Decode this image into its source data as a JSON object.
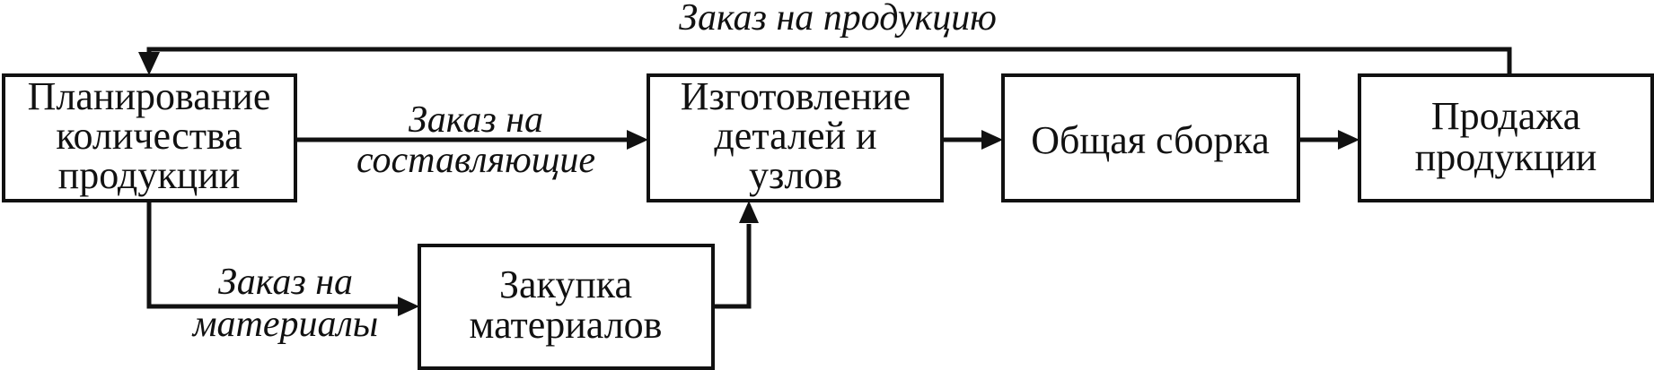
{
  "diagram": {
    "title": "Заказ на продукцию",
    "nodes": {
      "planning": {
        "line1": "Планирование",
        "line2": "количества",
        "line3": "продукции"
      },
      "manufacturing": {
        "line1": "Изготовление",
        "line2": "деталей и",
        "line3": "узлов"
      },
      "assembly": {
        "line1": "Общая сборка"
      },
      "sales": {
        "line1": "Продажа",
        "line2": "продукции"
      },
      "purchasing": {
        "line1": "Закупка",
        "line2": "материалов"
      }
    },
    "edges": {
      "components_order": {
        "line1": "Заказ на",
        "line2": "составляющие"
      },
      "materials_order": {
        "line1": "Заказ на",
        "line2": "материалы"
      }
    },
    "colors": {
      "stroke": "#111111",
      "fill": "#ffffff"
    }
  }
}
